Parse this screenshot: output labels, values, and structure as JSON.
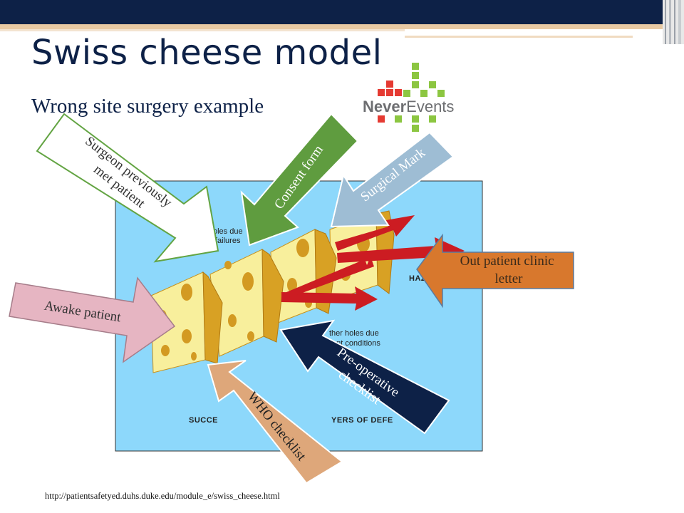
{
  "slide": {
    "title": "Swiss cheese model",
    "subtitle": "Wrong site surgery example",
    "source_url": "http://patientsafetyed.duhs.duke.edu/module_e/swiss_cheese.html"
  },
  "logo": {
    "text_bold": "Never",
    "text_regular": "Events",
    "colors": {
      "red": "#e53a32",
      "green": "#8cc641",
      "text": "#6d6e71"
    }
  },
  "diagram": {
    "image_texts": {
      "holes_due_1": "oles due",
      "holes_due_2": "failures",
      "other_holes_1": "ther holes due",
      "other_holes_2": "ent conditions",
      "hazard": "HAZ",
      "bottom_left": "SUCCE",
      "bottom_right": "YERS OF DEFE"
    },
    "colors": {
      "background": "#8dd8fb",
      "cheese": "#f8ef9c",
      "cheese_edge": "#d8a124",
      "hole": "#d39a22",
      "red_arrow": "#cc1c22"
    }
  },
  "callouts": [
    {
      "id": "surgeon",
      "lines": [
        "Surgeon previously",
        "met patient"
      ],
      "fill": "#ffffff",
      "stroke": "#63a443",
      "text_color": "#333333"
    },
    {
      "id": "consent",
      "lines": [
        "Consent form"
      ],
      "fill": "#5f9c3f",
      "stroke": "#ffffff",
      "text_color": "#ffffff"
    },
    {
      "id": "surgical",
      "lines": [
        "Surgical Mark"
      ],
      "fill": "#9ebdd4",
      "stroke": "#ffffff",
      "text_color": "#ffffff"
    },
    {
      "id": "outpatient",
      "lines": [
        "Out patient clinic",
        "letter"
      ],
      "fill": "#d8782d",
      "stroke": "#5a7a9e",
      "text_color": "#3a2a1a"
    },
    {
      "id": "awake",
      "lines": [
        "Awake patient"
      ],
      "fill": "#e6b5c2",
      "stroke": "#a67d8a",
      "text_color": "#333333"
    },
    {
      "id": "preop",
      "lines": [
        "Pre-operative",
        "checklist"
      ],
      "fill": "#0d2147",
      "stroke": "#ffffff",
      "text_color": "#ffffff"
    },
    {
      "id": "who",
      "lines": [
        "WHO checklist"
      ],
      "fill": "#dea77a",
      "stroke": "#ffffff",
      "text_color": "#222222"
    }
  ]
}
